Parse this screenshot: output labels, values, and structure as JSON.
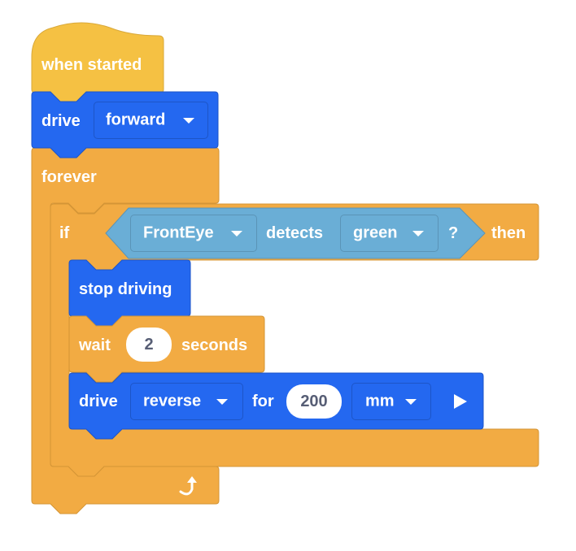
{
  "colors": {
    "events": "#f5c143",
    "control": "#f2ab43",
    "drivetrain": "#2468f0",
    "sensing": "#6aaed6",
    "text": "#ffffff",
    "input_text": "#575e75"
  },
  "script": {
    "hat": {
      "label": "when started"
    },
    "drive_start": {
      "label": "drive",
      "direction": "forward"
    },
    "forever": {
      "label": "forever",
      "loop_icon": "loop-arrow-icon"
    },
    "if_block": {
      "label": "if",
      "then_label": "then",
      "condition": {
        "sensor": "FrontEye",
        "verb": "detects",
        "color": "green",
        "question": "?"
      }
    },
    "stop_driving": {
      "label": "stop driving"
    },
    "wait": {
      "label": "wait",
      "value": "2",
      "unit": "seconds"
    },
    "drive_for": {
      "label": "drive",
      "direction": "reverse",
      "for_label": "for",
      "distance": "200",
      "unit": "mm",
      "play_icon": "play-icon"
    }
  }
}
